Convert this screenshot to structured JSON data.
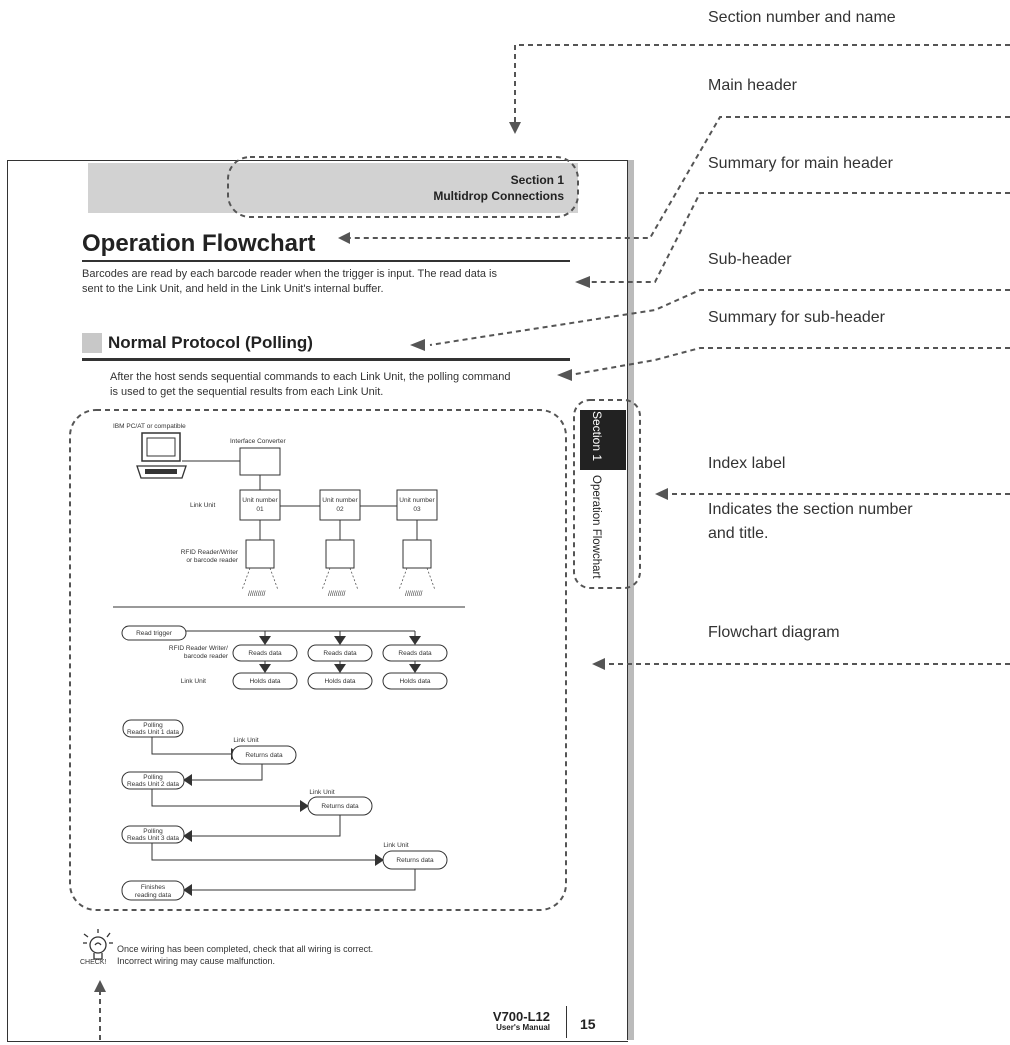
{
  "document": {
    "section_number": "Section 1",
    "section_name": "Multidrop Connections",
    "main_header": "Operation Flowchart",
    "main_summary_1": "Barcodes are read by each barcode reader when the trigger is input. The read data is",
    "main_summary_2": "sent to the Link Unit, and held in the Link Unit's internal buffer.",
    "sub_header": "Normal Protocol (Polling)",
    "sub_summary_1": "After the host sends sequential commands to each Link Unit, the polling command",
    "sub_summary_2": "is used to get the sequential results from each Link Unit.",
    "index_section": "Section 1",
    "index_title": "Operation Flowchart",
    "check_text_1": "Once wiring has been completed, check that all wiring is correct.",
    "check_text_2": "Incorrect wiring may cause malfunction.",
    "check_label": "CHECK!",
    "product": "V700-L12",
    "manual": "User's Manual",
    "page_number": "15"
  },
  "diagram": {
    "host_label": "IBM PC/AT or compatible",
    "converter_label": "Interface Converter",
    "link_unit_label": "Link Unit",
    "unit_1": [
      "Unit number",
      "01"
    ],
    "unit_2": [
      "Unit number",
      "02"
    ],
    "unit_3": [
      "Unit number",
      "03"
    ],
    "reader_label": [
      "RFID Reader/Writer",
      "or barcode reader"
    ],
    "barcode_glyph": "/////////",
    "read_trigger": "Read trigger",
    "reader_row_label": [
      "RFID Reader Writer/",
      "barcode reader"
    ],
    "reads_data": "Reads data",
    "holds_data": "Holds data",
    "link_row_label": "Link Unit",
    "polling": "Polling",
    "reads_unit_1": "Reads Unit 1 data",
    "reads_unit_2": "Reads Unit 2 data",
    "reads_unit_3": "Reads Unit 3 data",
    "returns_data": "Returns data",
    "finishes": [
      "Finishes",
      "reading data"
    ]
  },
  "callouts": {
    "section_number_and_name": "Section number and name",
    "main_header": "Main header",
    "summary_main": "Summary for main header",
    "sub_header": "Sub-header",
    "summary_sub": "Summary for sub-header",
    "index_label": "Index label",
    "index_desc_1": "Indicates the section number",
    "index_desc_2": "and title.",
    "flowchart": "Flowchart diagram"
  }
}
